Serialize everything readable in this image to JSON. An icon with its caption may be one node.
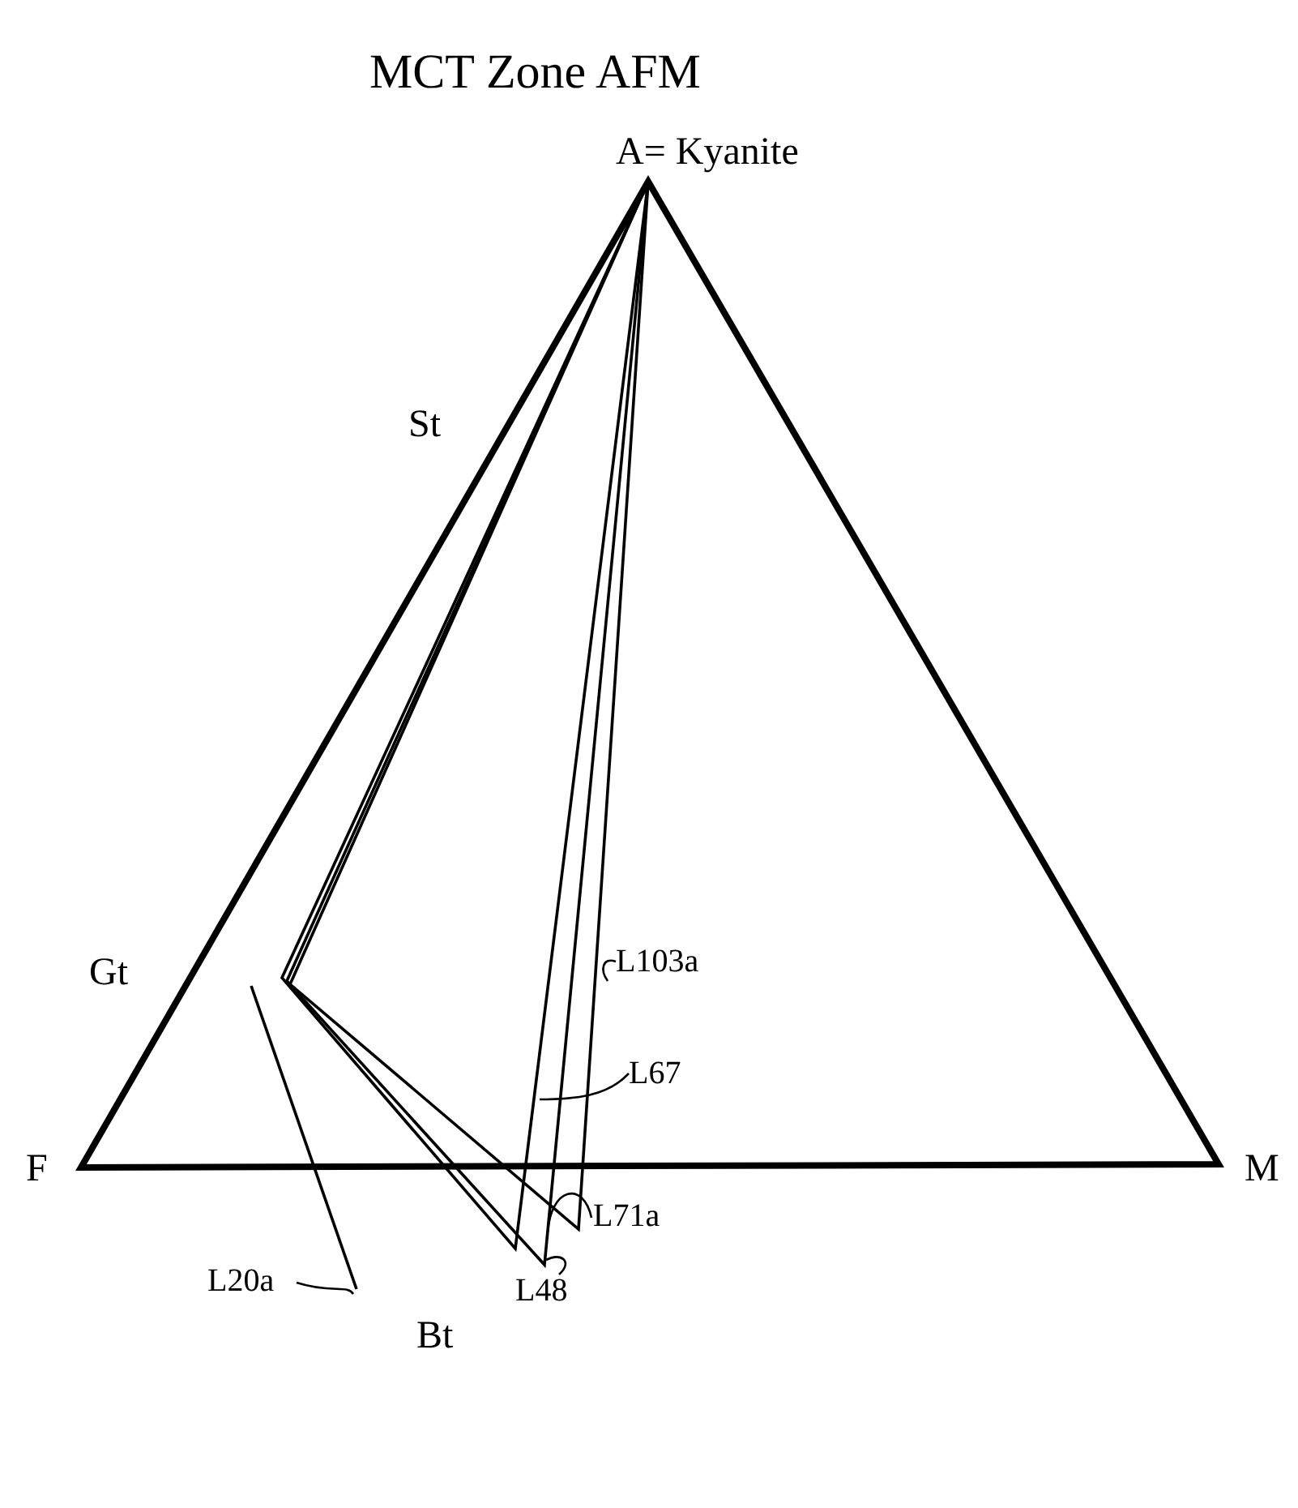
{
  "diagram": {
    "title": "MCT Zone AFM",
    "nodes": [
      {
        "text": [
          "L103a"
        ]
      },
      {
        "text": [
          "L67"
        ]
      },
      {
        "text": [
          "L71a"
        ]
      },
      {
        "text": [
          "L48"
        ]
      },
      {
        "text": [
          "L20a"
        ]
      }
    ],
    "edges": [
      {
        "from": 0,
        "to": null,
        "arrow": "none"
      },
      {
        "from": 1,
        "to": null,
        "arrow": "none"
      },
      {
        "from": 2,
        "to": null,
        "arrow": "none"
      },
      {
        "from": 3,
        "to": null,
        "arrow": "none"
      },
      {
        "from": 4,
        "to": null,
        "arrow": "none"
      }
    ],
    "labels": [
      "A= Kyanite",
      "St",
      "Gt",
      "F",
      "M",
      "Bt"
    ]
  }
}
